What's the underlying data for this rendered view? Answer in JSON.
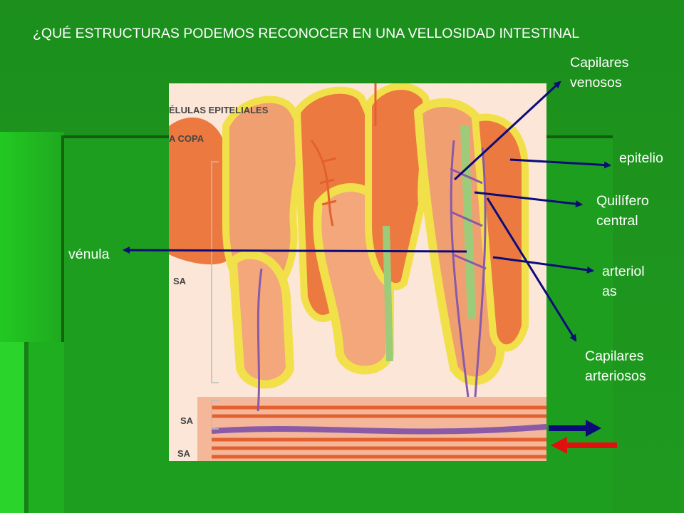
{
  "slide": {
    "title": "¿QUÉ ESTRUCTURAS PODEMOS RECONOCER EN UNA VELLOSIDAD INTESTINAL"
  },
  "labels": {
    "capilares_venosos": [
      "Capilares",
      "venosos"
    ],
    "epitelio": "epitelio",
    "quilifero": [
      "Quilífero",
      "central"
    ],
    "venula": "vénula",
    "arteriolas": [
      "arteriol",
      "as"
    ],
    "capilares_arteriosos": [
      "Capilares",
      "arteriosos"
    ]
  },
  "illustration": {
    "text_celulas": "ÉLULAS EPITELIALES",
    "text_copa": "A COPA",
    "text_sa1": "SA",
    "text_sa2": "SA",
    "text_sa3": "SA"
  },
  "colors": {
    "bg_green": "#1a8a1a",
    "bg_bright": "#23c623",
    "arrow_blue": "#0b0b7a",
    "arrow_red": "#e01010",
    "tissue_orange": "#e8743c",
    "epithelium_yellow": "#f2e04a"
  }
}
